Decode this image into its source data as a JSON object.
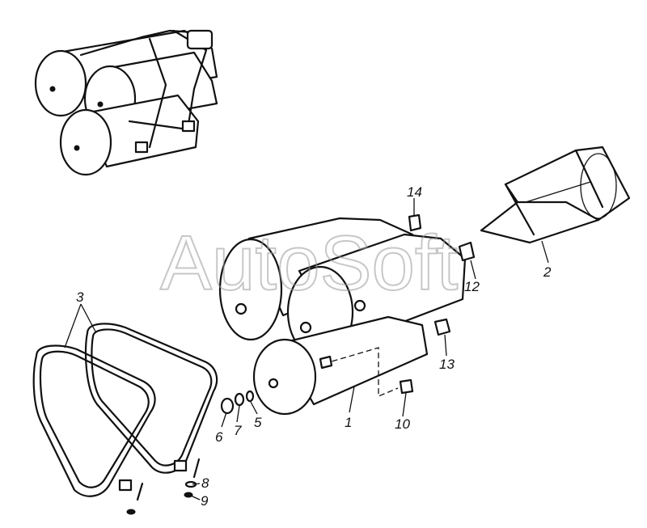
{
  "watermark": "AutoSoft",
  "callouts": {
    "c1": "1",
    "c2": "2",
    "c3": "3",
    "c5": "5",
    "c6": "6",
    "c7": "7",
    "c8": "8",
    "c9": "9",
    "c10": "10",
    "c12": "12",
    "c13": "13",
    "c14": "14"
  },
  "colors": {
    "line": "#111111",
    "background": "#ffffff",
    "watermark": "#9a9a9a"
  }
}
